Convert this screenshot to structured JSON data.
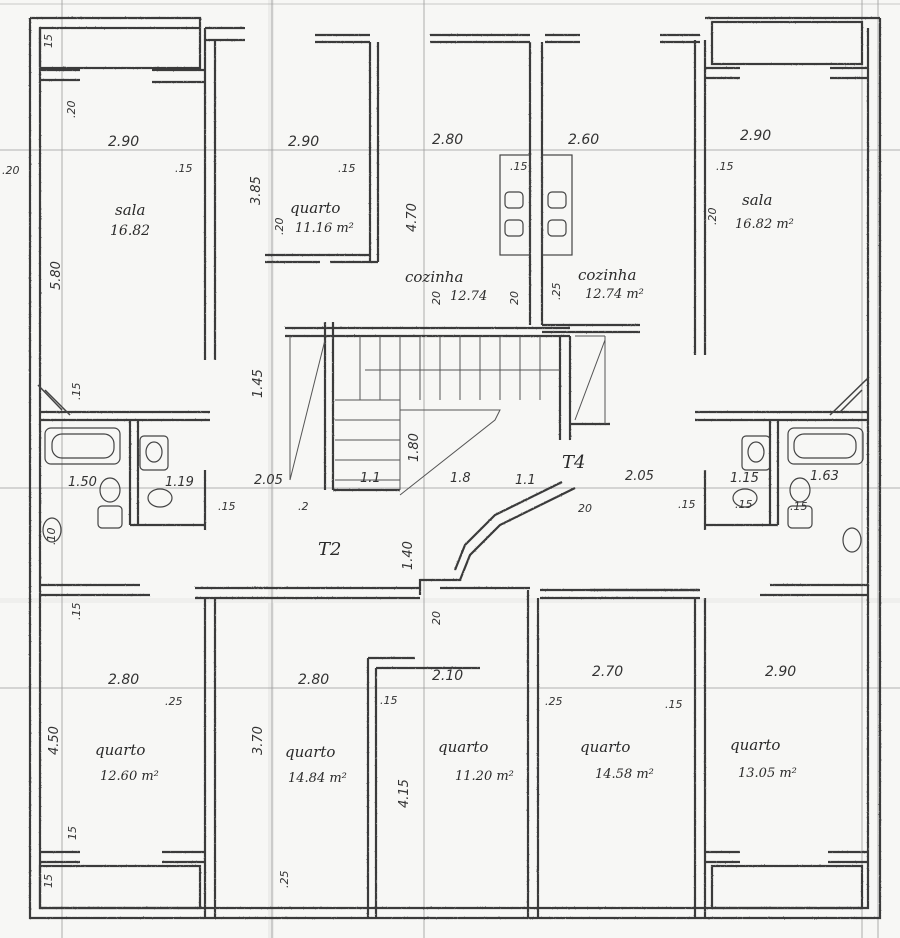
{
  "rooms": {
    "sala_left": {
      "name": "sala",
      "area": "16.82"
    },
    "quarto_top": {
      "name": "quarto",
      "area": "11.16 m²"
    },
    "cozinha_left": {
      "name": "cozinha",
      "area": "12.74"
    },
    "cozinha_right": {
      "name": "cozinha",
      "area": "12.74 m²"
    },
    "sala_right": {
      "name": "sala",
      "area": "16.82 m²"
    },
    "quarto_b1": {
      "name": "quarto",
      "area": "12.60 m²"
    },
    "quarto_b2": {
      "name": "quarto",
      "area": "14.84 m²"
    },
    "quarto_b3": {
      "name": "quarto",
      "area": "11.20 m²"
    },
    "quarto_b4": {
      "name": "quarto",
      "area": "14.58 m²"
    },
    "quarto_b5": {
      "name": "quarto",
      "area": "13.05 m²"
    }
  },
  "dimensions": {
    "top": [
      "2.90",
      "2.90",
      "2.80",
      "2.60",
      "2.90"
    ],
    "middle": [
      "1.50",
      "1.19",
      "2.05",
      "1.1",
      "1.8",
      "1.1",
      "2.05",
      "1.15",
      "1.63"
    ],
    "bottom": [
      "2.80",
      "2.80",
      "2.10",
      "2.70",
      "2.90"
    ],
    "vertical": [
      "5.80",
      "3.85",
      "4.70",
      "1.45",
      "1.80",
      "1.40",
      "4.50",
      "3.70",
      "4.15"
    ],
    "small": [
      ".15",
      ".15",
      ".15",
      ".15",
      ".20",
      ".20",
      ".20",
      ".25",
      ".25",
      ".15",
      ".15",
      ".15",
      ".15",
      ".15",
      ".15",
      ".15",
      ".15",
      ".2",
      "20",
      "20",
      "15",
      "15",
      "15",
      ".10",
      ".25",
      ".25",
      "20",
      ".20",
      "20"
    ]
  },
  "labels": {
    "t2": "T2",
    "t4": "T4"
  }
}
